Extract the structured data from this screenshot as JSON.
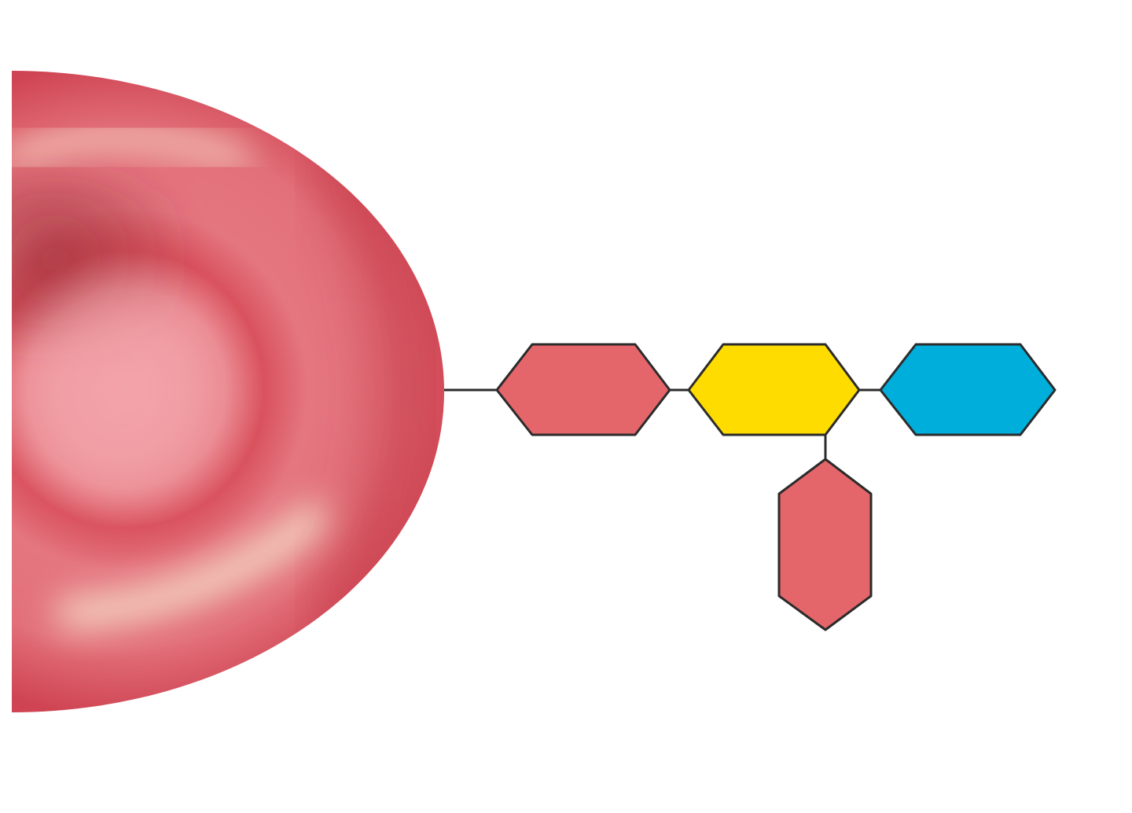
{
  "diagram": {
    "cell": {
      "kind": "red-blood-cell",
      "colors": {
        "base": "#d9525e",
        "center": "#f2a0a6",
        "dark_ring": "#b43a44",
        "highlight": "#f7e6cf",
        "rim": "#c9414f"
      }
    },
    "chain": {
      "sugars": [
        {
          "id": "sugar-1",
          "color": "#e5666a",
          "role": "attached-to-cell"
        },
        {
          "id": "sugar-2",
          "color": "#ffdc00",
          "role": "branch-point"
        },
        {
          "id": "sugar-3",
          "color": "#00aedb",
          "role": "terminal"
        },
        {
          "id": "sugar-4",
          "color": "#e5666a",
          "role": "branch"
        }
      ],
      "outline_color": "#2b2b2b"
    }
  }
}
